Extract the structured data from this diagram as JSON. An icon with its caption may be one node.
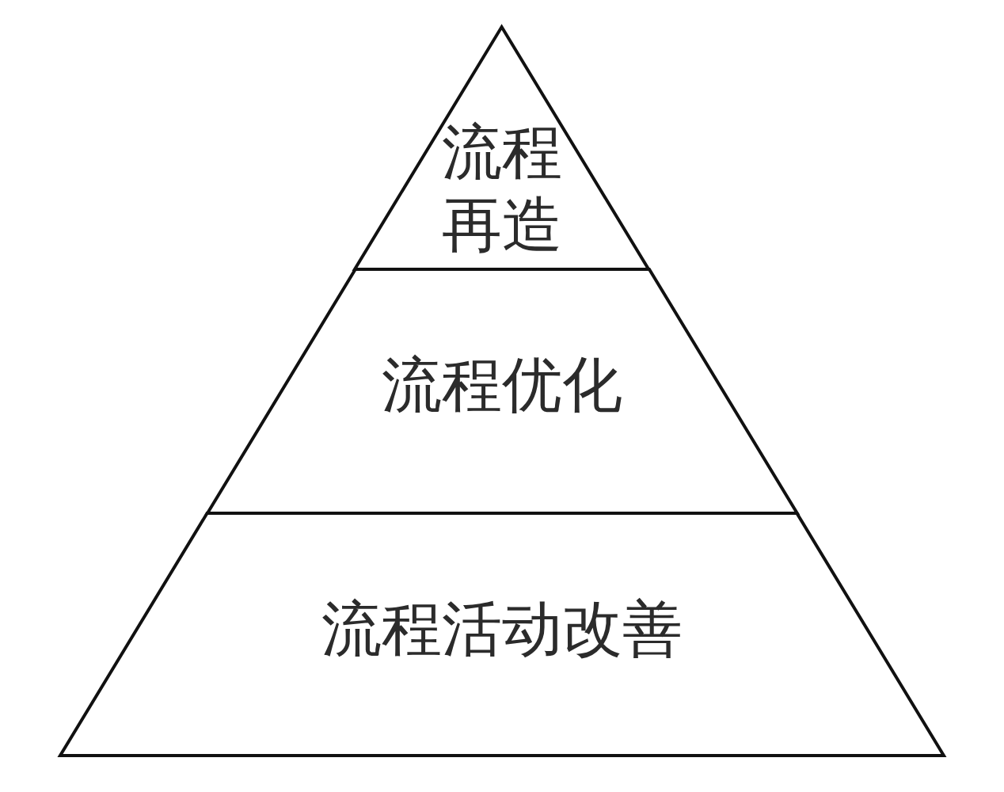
{
  "diagram": {
    "nodes": [
      {
        "text": [
          "流程再造"
        ]
      },
      {
        "text": [
          "流程优化"
        ]
      },
      {
        "text": [
          "流程活动改善"
        ]
      }
    ]
  }
}
